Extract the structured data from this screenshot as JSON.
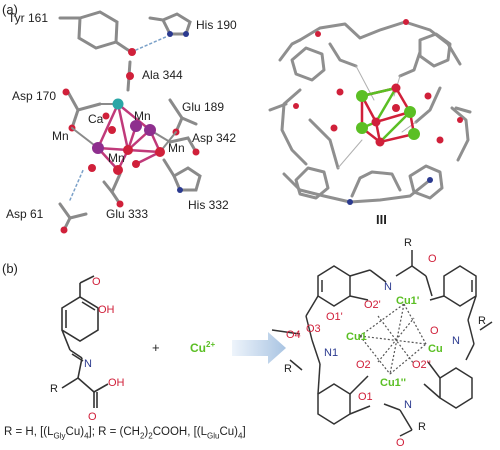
{
  "panel_a": {
    "tag": "(a)",
    "residues": {
      "tyr": "Tyr 161",
      "his190": "His 190",
      "ala": "Ala 344",
      "asp170": "Asp 170",
      "glu189": "Glu 189",
      "ca": "Ca",
      "mn_left": "Mn",
      "mn_top": "Mn",
      "mn_mid": "Mn",
      "mn_right": "Mn",
      "asp342": "Asp 342",
      "asp61": "Asp 61",
      "glu333": "Glu 333",
      "his332": "His 332"
    },
    "compound_label": "III"
  },
  "panel_b": {
    "tag": "(b)",
    "ligand_atoms": {
      "oh": "OH",
      "n": "N",
      "r": "R",
      "o": "O",
      "oh2": "OH"
    },
    "plus": "+",
    "cu_ion": "Cu",
    "cu_charge": "2+",
    "complex_atoms": {
      "r_top": "R",
      "n_top": "N",
      "o_top": "O",
      "o1p": "O1'",
      "o2p": "O2'",
      "cu1p": "Cu1'",
      "o4": "O4",
      "o3": "O3",
      "cu1": "Cu1",
      "n1": "N1",
      "o_right": "O",
      "cu_right": "Cu",
      "n_right": "N",
      "r_right": "R",
      "r_left": "R",
      "o2pp": "O2''",
      "o2": "O2",
      "cu1pp": "Cu1''",
      "o1": "O1",
      "n_bottom": "N",
      "r_bottom": "R",
      "o_bottom": "O"
    },
    "caption": {
      "part1": "R = H, [(L",
      "sub1": "Gly",
      "part2": "Cu)",
      "sub2": "4",
      "part3": "]; R = (CH",
      "sub3": "2",
      "part4": ")",
      "sub4": "2",
      "part5": "COOH, [(L",
      "sub5": "Glu",
      "part6": "Cu)",
      "sub6": "4",
      "part7": "]"
    }
  },
  "colors": {
    "oxygen": "#d0203a",
    "manganese": "#8e2f8e",
    "calcium": "#2aa6a6",
    "copper": "#5bbf24",
    "bond": "#9a9a9a",
    "nitrogen": "#2b3a8f"
  }
}
